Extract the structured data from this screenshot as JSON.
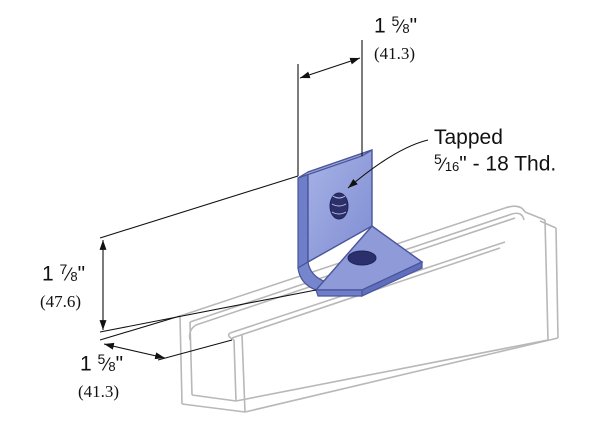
{
  "labels": {
    "top_width": {
      "whole": "1",
      "num": "5",
      "slash": "⁄",
      "den": "8",
      "unit": "\"",
      "metric": "(41.3)"
    },
    "height": {
      "whole": "1",
      "num": "7",
      "slash": "⁄",
      "den": "8",
      "unit": "\"",
      "metric": "(47.6)"
    },
    "bottom_width": {
      "whole": "1",
      "num": "5",
      "slash": "⁄",
      "den": "8",
      "unit": "\"",
      "metric": "(41.3)"
    },
    "tapped": {
      "line1": "Tapped",
      "num": "5",
      "slash": "⁄",
      "den": "16",
      "rest": "\" - 18 Thd."
    }
  },
  "colors": {
    "bracket_face": "#8e9bd8",
    "bracket_side": "#6f7ec8",
    "bracket_edge": "#4a559a",
    "hole_fill": "#2b2f6b",
    "channel_line": "#b8b8b8",
    "dim_line": "#111111"
  }
}
